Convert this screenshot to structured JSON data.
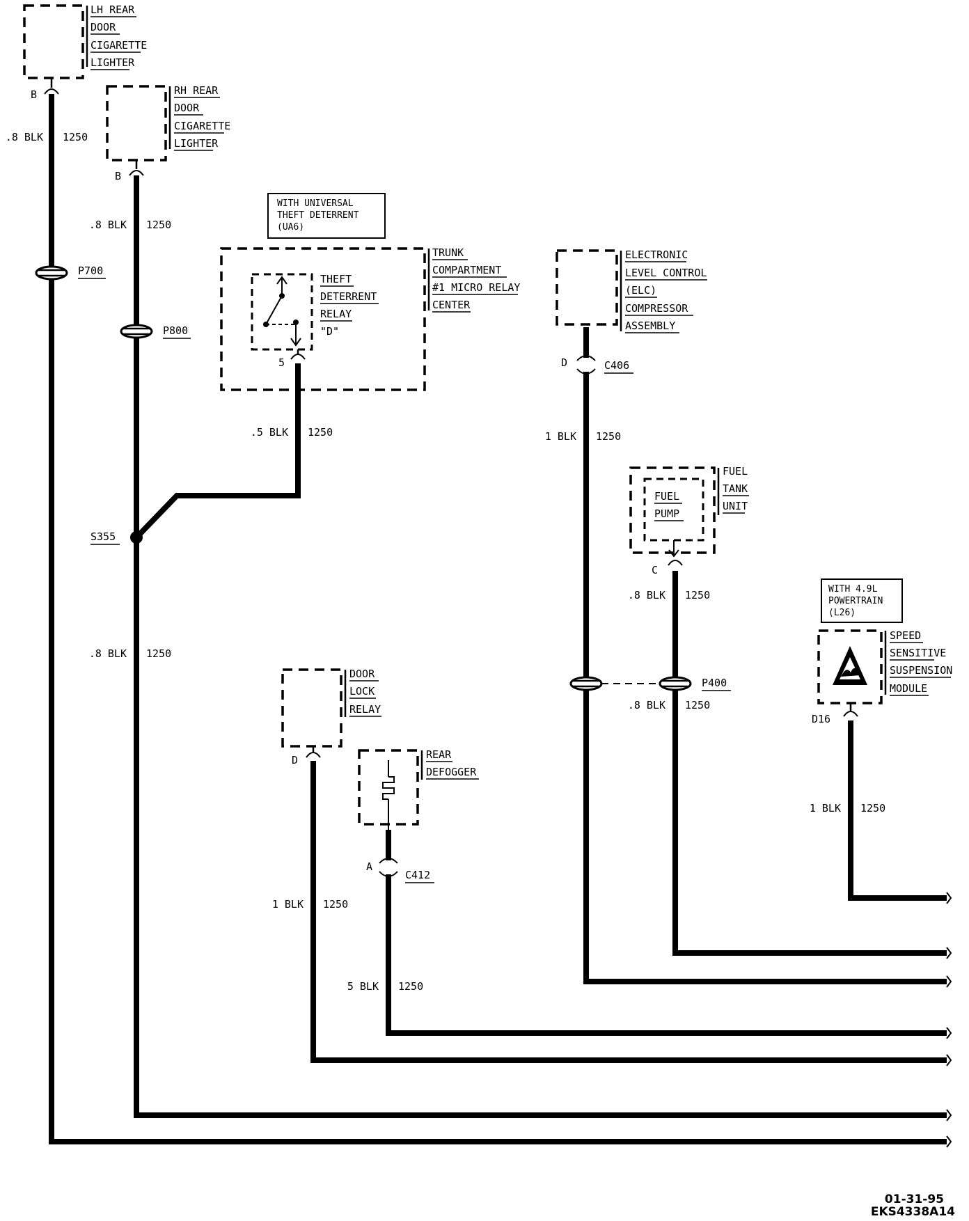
{
  "components": {
    "lh_rear_lighter": [
      "LH REAR",
      "DOOR",
      "CIGARETTE",
      "LIGHTER"
    ],
    "rh_rear_lighter": [
      "RH REAR",
      "DOOR",
      "CIGARETTE",
      "LIGHTER"
    ],
    "trunk_relay_center": [
      "TRUNK",
      "COMPARTMENT",
      "#1 MICRO RELAY",
      "CENTER"
    ],
    "theft_relay": [
      "THEFT",
      "DETERRENT",
      "RELAY",
      "\"D\""
    ],
    "elc_assembly": [
      "ELECTRONIC",
      "LEVEL CONTROL",
      "(ELC)",
      "COMPRESSOR",
      "ASSEMBLY"
    ],
    "fuel_tank_unit": [
      "FUEL",
      "TANK",
      "UNIT"
    ],
    "fuel_pump": [
      "FUEL",
      "PUMP"
    ],
    "speed_module": [
      "SPEED",
      "SENSITIVE",
      "SUSPENSION",
      "MODULE"
    ],
    "door_lock_relay": [
      "DOOR",
      "LOCK",
      "RELAY"
    ],
    "rear_defogger": [
      "REAR",
      "DEFOGGER"
    ]
  },
  "option_notes": {
    "ua6": [
      "WITH UNIVERSAL",
      "THEFT DETERRENT",
      "(UA6)"
    ],
    "l26": [
      "WITH 4.9L",
      "POWERTRAIN",
      "(L26)"
    ]
  },
  "connectors": {
    "p700": "P700",
    "p800": "P800",
    "p400": "P400",
    "c406": "C406",
    "c412": "C412",
    "s355": "S355"
  },
  "pins": {
    "lh_b": "B",
    "rh_b": "B",
    "relay_5": "5",
    "elc_d": "D",
    "pump_c": "C",
    "module_d16": "D16",
    "lock_d": "D",
    "c412_a": "A"
  },
  "wires": {
    "w1": {
      "gauge": ".8 BLK",
      "circuit": "1250"
    },
    "w2": {
      "gauge": ".8 BLK",
      "circuit": "1250"
    },
    "w3": {
      "gauge": ".5 BLK",
      "circuit": "1250"
    },
    "w4": {
      "gauge": ".8 BLK",
      "circuit": "1250"
    },
    "w5": {
      "gauge": "1 BLK",
      "circuit": "1250"
    },
    "w6": {
      "gauge": ".8 BLK",
      "circuit": "1250"
    },
    "w7": {
      "gauge": ".8 BLK",
      "circuit": "1250"
    },
    "w8": {
      "gauge": "1 BLK",
      "circuit": "1250"
    },
    "w9": {
      "gauge": "1 BLK",
      "circuit": "1250"
    },
    "w10": {
      "gauge": "5 BLK",
      "circuit": "1250"
    }
  },
  "footer": {
    "date": "01-31-95",
    "code": "EKS4338A14"
  }
}
